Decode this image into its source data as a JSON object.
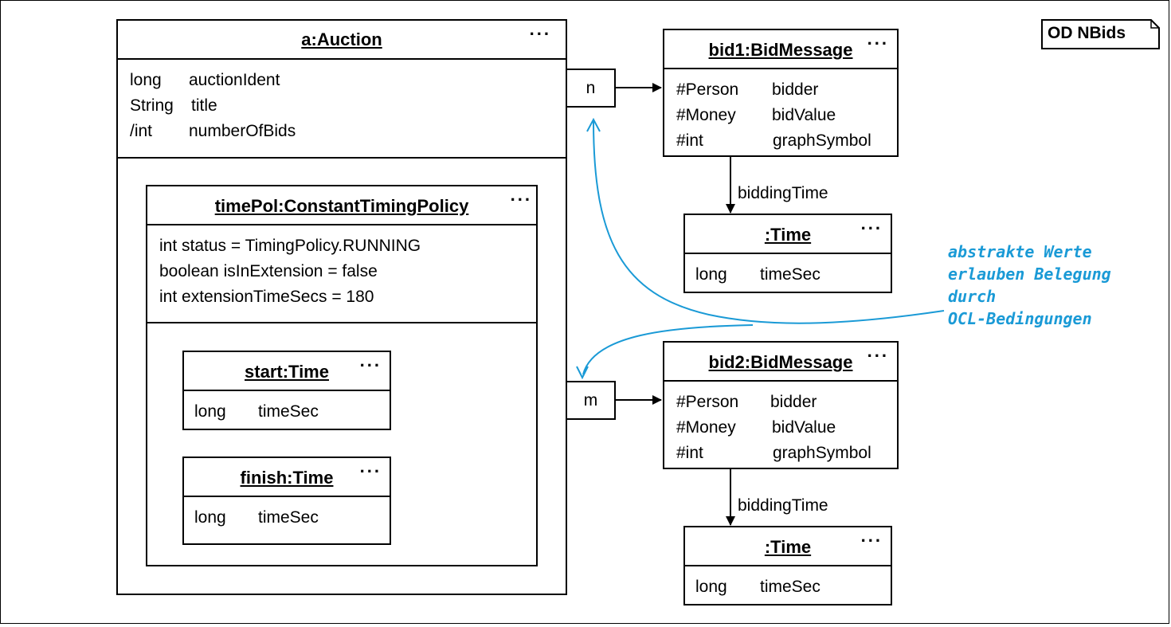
{
  "diagram_tag": "OD NBids",
  "more_marker": "...",
  "auction": {
    "title": "a:Auction",
    "attributes": [
      {
        "type": "long",
        "name": "auctionIdent"
      },
      {
        "type": "String",
        "name": "title"
      },
      {
        "type": "/int",
        "name": "numberOfBids"
      }
    ]
  },
  "timing_policy": {
    "title": "timePol:ConstantTimingPolicy",
    "attributes": [
      "int status = TimingPolicy.RUNNING",
      "boolean isInExtension = false",
      "int extensionTimeSecs = 180"
    ]
  },
  "start_time": {
    "title": "start:Time",
    "attr_type": "long",
    "attr_name": "timeSec"
  },
  "finish_time": {
    "title": "finish:Time",
    "attr_type": "long",
    "attr_name": "timeSec"
  },
  "qualifiers": {
    "n": "n",
    "m": "m"
  },
  "bid1": {
    "title": "bid1:BidMessage",
    "attributes": [
      {
        "type": "#Person",
        "name": "bidder"
      },
      {
        "type": "#Money",
        "name": "bidValue"
      },
      {
        "type": "#int",
        "name": "graphSymbol"
      }
    ]
  },
  "bid2": {
    "title": "bid2:BidMessage",
    "attributes": [
      {
        "type": "#Person",
        "name": "bidder"
      },
      {
        "type": "#Money",
        "name": "bidValue"
      },
      {
        "type": "#int",
        "name": "graphSymbol"
      }
    ]
  },
  "bidding_time_label": "biddingTime",
  "time1": {
    "title": ":Time",
    "attr_type": "long",
    "attr_name": "timeSec"
  },
  "time2": {
    "title": ":Time",
    "attr_type": "long",
    "attr_name": "timeSec"
  },
  "annotation_lines": [
    "abstrakte Werte",
    "erlauben Belegung",
    "durch",
    "OCL-Bedingungen"
  ],
  "colors": {
    "annotation": "#1a9ad6",
    "line": "#000000"
  }
}
